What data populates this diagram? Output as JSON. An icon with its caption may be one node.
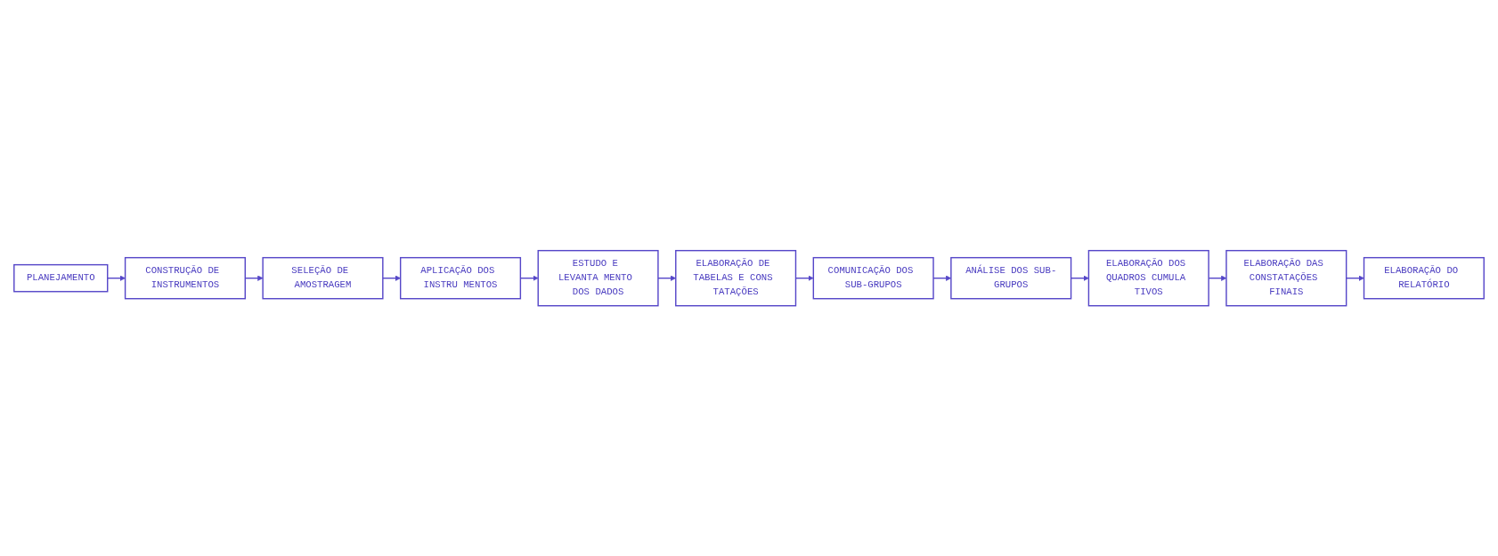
{
  "diagram": {
    "nodes": [
      {
        "text": [
          "PLANEJAMENTO"
        ]
      },
      {
        "text": [
          "CONSTRUÇÃO DE INSTRUMENTOS"
        ]
      },
      {
        "text": [
          "SELEÇÃO DE AMOSTRAGEM"
        ]
      },
      {
        "text": [
          "APLICAÇÃO DOS INSTRU MENTOS"
        ]
      },
      {
        "text": [
          "ESTUDO E LEVANTA MENTO DOS DADOS"
        ]
      },
      {
        "text": [
          "ELABORAÇÃO DE TABELAS E CONS TATAÇÕES"
        ]
      },
      {
        "text": [
          "COMUNICAÇÃO DOS SUB-GRUPOS"
        ]
      },
      {
        "text": [
          "ANÁLISE DOS SUB-GRUPOS"
        ]
      },
      {
        "text": [
          "ELABORAÇÃO DOS QUADROS CUMULA TIVOS"
        ]
      },
      {
        "text": [
          "ELABORAÇÃO DAS CONSTATAÇÕES FINAIS"
        ]
      },
      {
        "text": [
          "ELABORAÇÃO DO RELATÓRIO"
        ]
      }
    ],
    "edges": [
      {
        "from": 0,
        "to": 1,
        "arrow": "to"
      },
      {
        "from": 1,
        "to": 2,
        "arrow": "to"
      },
      {
        "from": 2,
        "to": 3,
        "arrow": "to"
      },
      {
        "from": 3,
        "to": 4,
        "arrow": "to"
      },
      {
        "from": 4,
        "to": 5,
        "arrow": "to"
      },
      {
        "from": 5,
        "to": 6,
        "arrow": "to"
      },
      {
        "from": 6,
        "to": 7,
        "arrow": "to"
      },
      {
        "from": 7,
        "to": 8,
        "arrow": "to"
      },
      {
        "from": 8,
        "to": 9,
        "arrow": "to"
      },
      {
        "from": 9,
        "to": 10,
        "arrow": "to"
      }
    ]
  }
}
